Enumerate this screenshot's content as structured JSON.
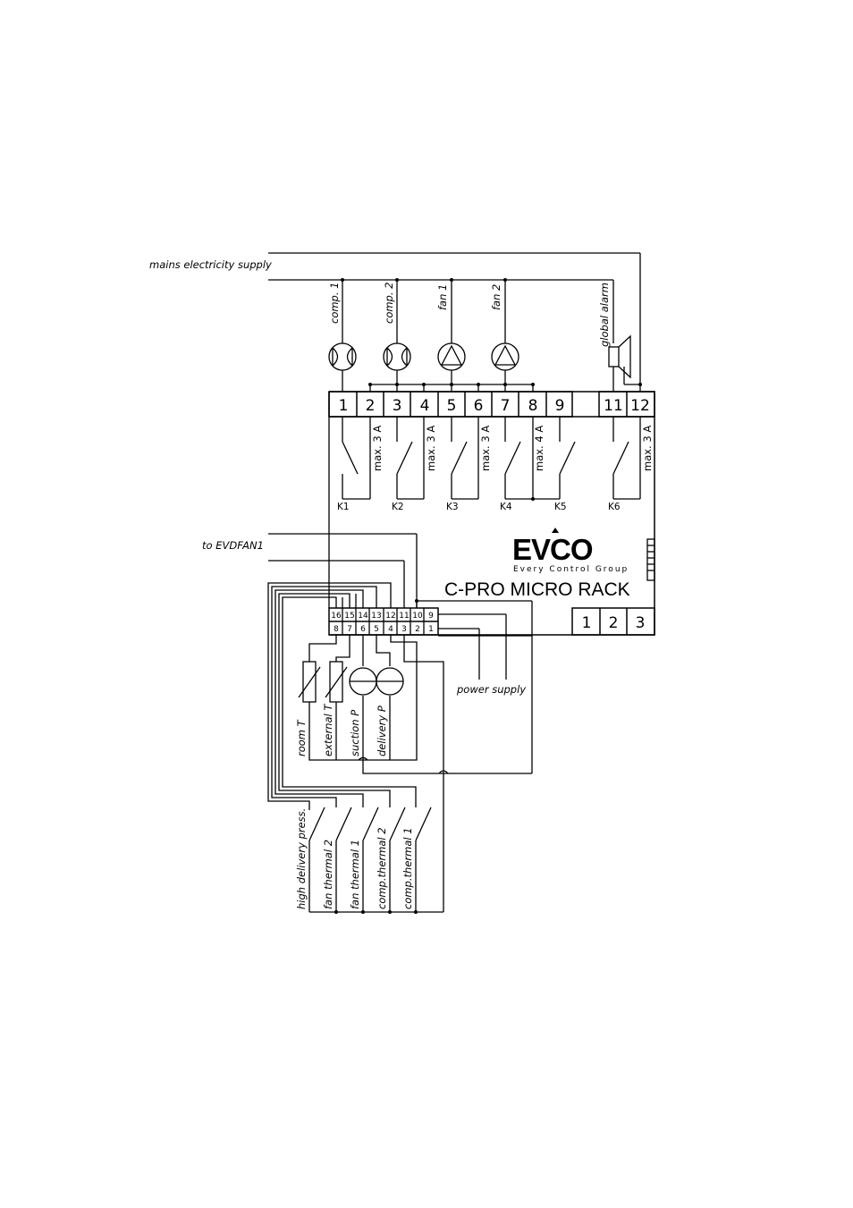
{
  "supply": {
    "mains": "mains electricity supply",
    "evdfan": "to EVDFAN1",
    "power": "power supply"
  },
  "loads": {
    "comp1": "comp. 1",
    "comp2": "comp. 2",
    "fan1": "fan 1",
    "fan2": "fan 2",
    "alarm": "global alarm"
  },
  "top_terminals": [
    "1",
    "2",
    "3",
    "4",
    "5",
    "6",
    "7",
    "8",
    "9",
    "11",
    "12"
  ],
  "relays": [
    "K1",
    "K2",
    "K3",
    "K4",
    "K5",
    "K6"
  ],
  "ratings": {
    "k1": "max. 3 A",
    "k2": "max. 3 A",
    "k3": "max. 3 A",
    "k4": "max. 4 A",
    "k6": "max. 3 A"
  },
  "logo": {
    "brand": "EVCO",
    "tagline": "Every Control Group"
  },
  "model": "C-PRO MICRO RACK",
  "upper_connector": [
    "16",
    "15",
    "14",
    "13",
    "12",
    "11",
    "10",
    "9"
  ],
  "lower_connector": [
    "8",
    "7",
    "6",
    "5",
    "4",
    "3",
    "2",
    "1"
  ],
  "bottom_right_terminals": [
    "1",
    "2",
    "3"
  ],
  "probes": {
    "room": "room T",
    "external": "external T",
    "suction": "suction P",
    "delivery": "delivery P"
  },
  "inputs": {
    "hdp": "high delivery press.",
    "ft2": "fan thermal 2",
    "ft1": "fan thermal 1",
    "ct2": "comp.thermal  2",
    "ct1": "comp.thermal 1"
  }
}
